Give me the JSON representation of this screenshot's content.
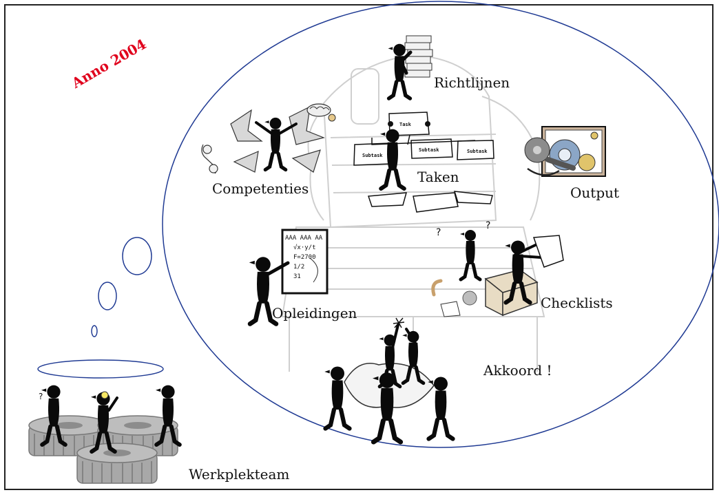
{
  "stamp": "Anno 2004",
  "labels": {
    "richtlijnen": "Richtlijnen",
    "competenties": "Competenties",
    "taken": "Taken",
    "output": "Output",
    "opleidingen": "Opleidingen",
    "checklists": "Checklists",
    "akkoord": "Akkoord !",
    "werkplekteam": "Werkplekteam"
  },
  "task_chart": {
    "task": "Task",
    "subtask_1": "Subtask",
    "subtask_2": "Subtask",
    "subtask_3": "Subtask"
  },
  "whiteboard": {
    "line_1": "AAA AAA AA",
    "line_2": "√x·y/t",
    "line_3": "F=2700",
    "line_4": "1/2",
    "line_5": "31"
  },
  "colors": {
    "bubble_outline": "#1f3a93",
    "stamp_red": "#e0001c",
    "figure": "#0a0a0a",
    "gear": "#9a9a9a",
    "sketch": "#c8c8c8"
  },
  "icons": [
    "stick-figure-icon",
    "gear-icon",
    "brain-icon",
    "wrench-icon",
    "lightbulb-icon",
    "whiteboard-icon",
    "box-icon",
    "cable-icon"
  ]
}
